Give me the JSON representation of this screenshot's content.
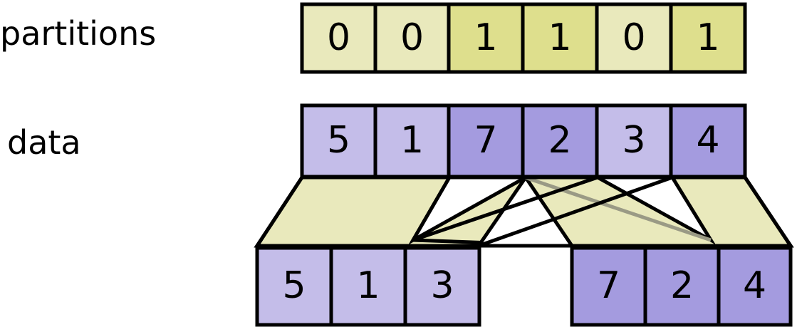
{
  "diagram": {
    "title": "partition-then-split-array-diagram",
    "colors": {
      "partition0_yellow": "#e9e9bc",
      "partition1_yellow": "#dedf8d",
      "partition0_purple": "#c4bde9",
      "partition1_purple": "#a49bdf",
      "outline": "#000000",
      "background": "#ffffff",
      "occluded_line": "#9a9a85"
    },
    "rows": [
      {
        "name": "partitions",
        "label": "partitions",
        "cells": [
          {
            "value": "0",
            "group": 0
          },
          {
            "value": "0",
            "group": 0
          },
          {
            "value": "1",
            "group": 1
          },
          {
            "value": "1",
            "group": 1
          },
          {
            "value": "0",
            "group": 0
          },
          {
            "value": "1",
            "group": 1
          }
        ]
      },
      {
        "name": "data",
        "label": "data",
        "cells": [
          {
            "value": "5",
            "group": 0
          },
          {
            "value": "1",
            "group": 0
          },
          {
            "value": "7",
            "group": 1
          },
          {
            "value": "2",
            "group": 1
          },
          {
            "value": "3",
            "group": 0
          },
          {
            "value": "4",
            "group": 1
          }
        ]
      }
    ],
    "outputs": [
      {
        "name": "partition-0-output",
        "group": 0,
        "cells": [
          {
            "value": "5"
          },
          {
            "value": "1"
          },
          {
            "value": "3"
          }
        ]
      },
      {
        "name": "partition-1-output",
        "group": 1,
        "cells": [
          {
            "value": "7"
          },
          {
            "value": "2"
          },
          {
            "value": "4"
          }
        ]
      }
    ]
  }
}
